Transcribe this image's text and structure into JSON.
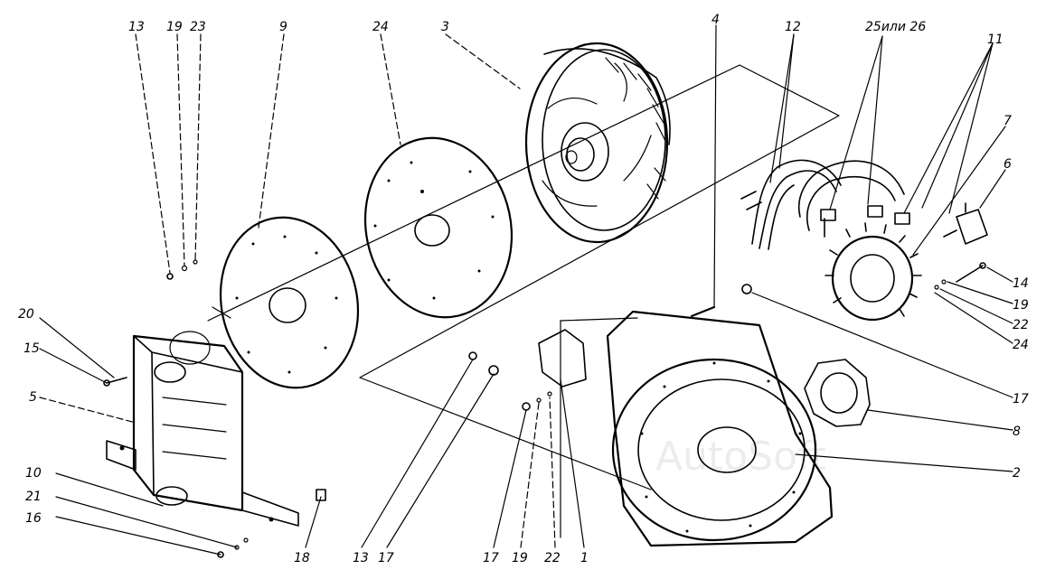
{
  "diagram": {
    "labels": {
      "l13a": "13",
      "l19a": "19",
      "l23": "23",
      "l9": "9",
      "l24a": "24",
      "l3": "3",
      "l4": "4",
      "l12": "12",
      "l25": "25или 26",
      "l11": "11",
      "l7": "7",
      "l6": "6",
      "l14": "14",
      "l19b": "19",
      "l22b": "22",
      "l24b": "24",
      "l17b": "17",
      "l8": "8",
      "l2": "2",
      "l20": "20",
      "l15": "15",
      "l5": "5",
      "l10": "10",
      "l21": "21",
      "l16": "16",
      "l18": "18",
      "l13b": "13",
      "l17c": "17",
      "l17d": "17",
      "l19c": "19",
      "l22c": "22",
      "l1": "1"
    },
    "watermark": "AutoSoft"
  }
}
